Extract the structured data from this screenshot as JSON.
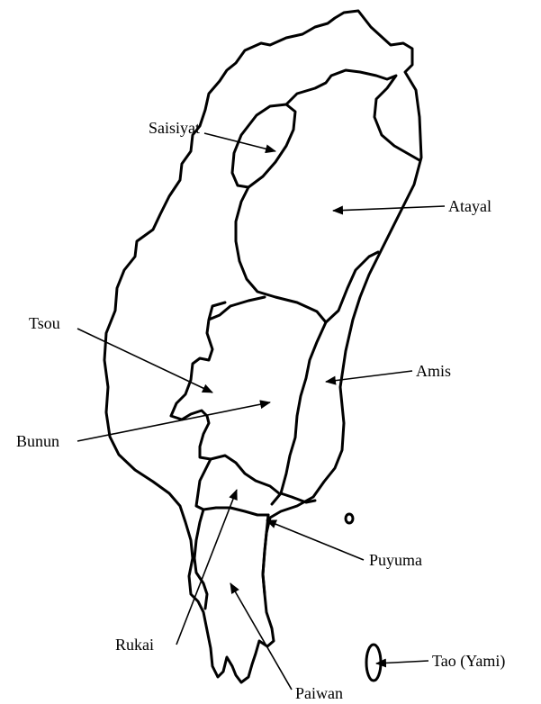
{
  "map": {
    "labels": {
      "saisiyat": "Saisiyat",
      "atayal": "Atayal",
      "tsou": "Tsou",
      "amis": "Amis",
      "bunun": "Bunun",
      "puyuma": "Puyuma",
      "rukai": "Rukai",
      "paiwan": "Paiwan",
      "tao": "Tao (Yami)"
    },
    "colors": {
      "ink": "#000000",
      "background": "#ffffff"
    }
  }
}
